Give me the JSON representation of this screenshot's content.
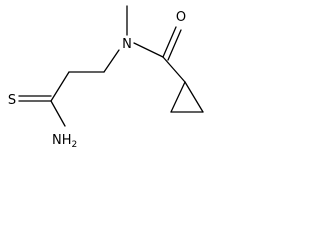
{
  "molecule": {
    "atoms": {
      "nitrogen": "N",
      "oxygen": "O",
      "sulfur": "S",
      "amine": "NH",
      "amine_subscript": "2"
    },
    "colors": {
      "bond": "#000000",
      "label": "#000000",
      "background": "#ffffff"
    }
  }
}
